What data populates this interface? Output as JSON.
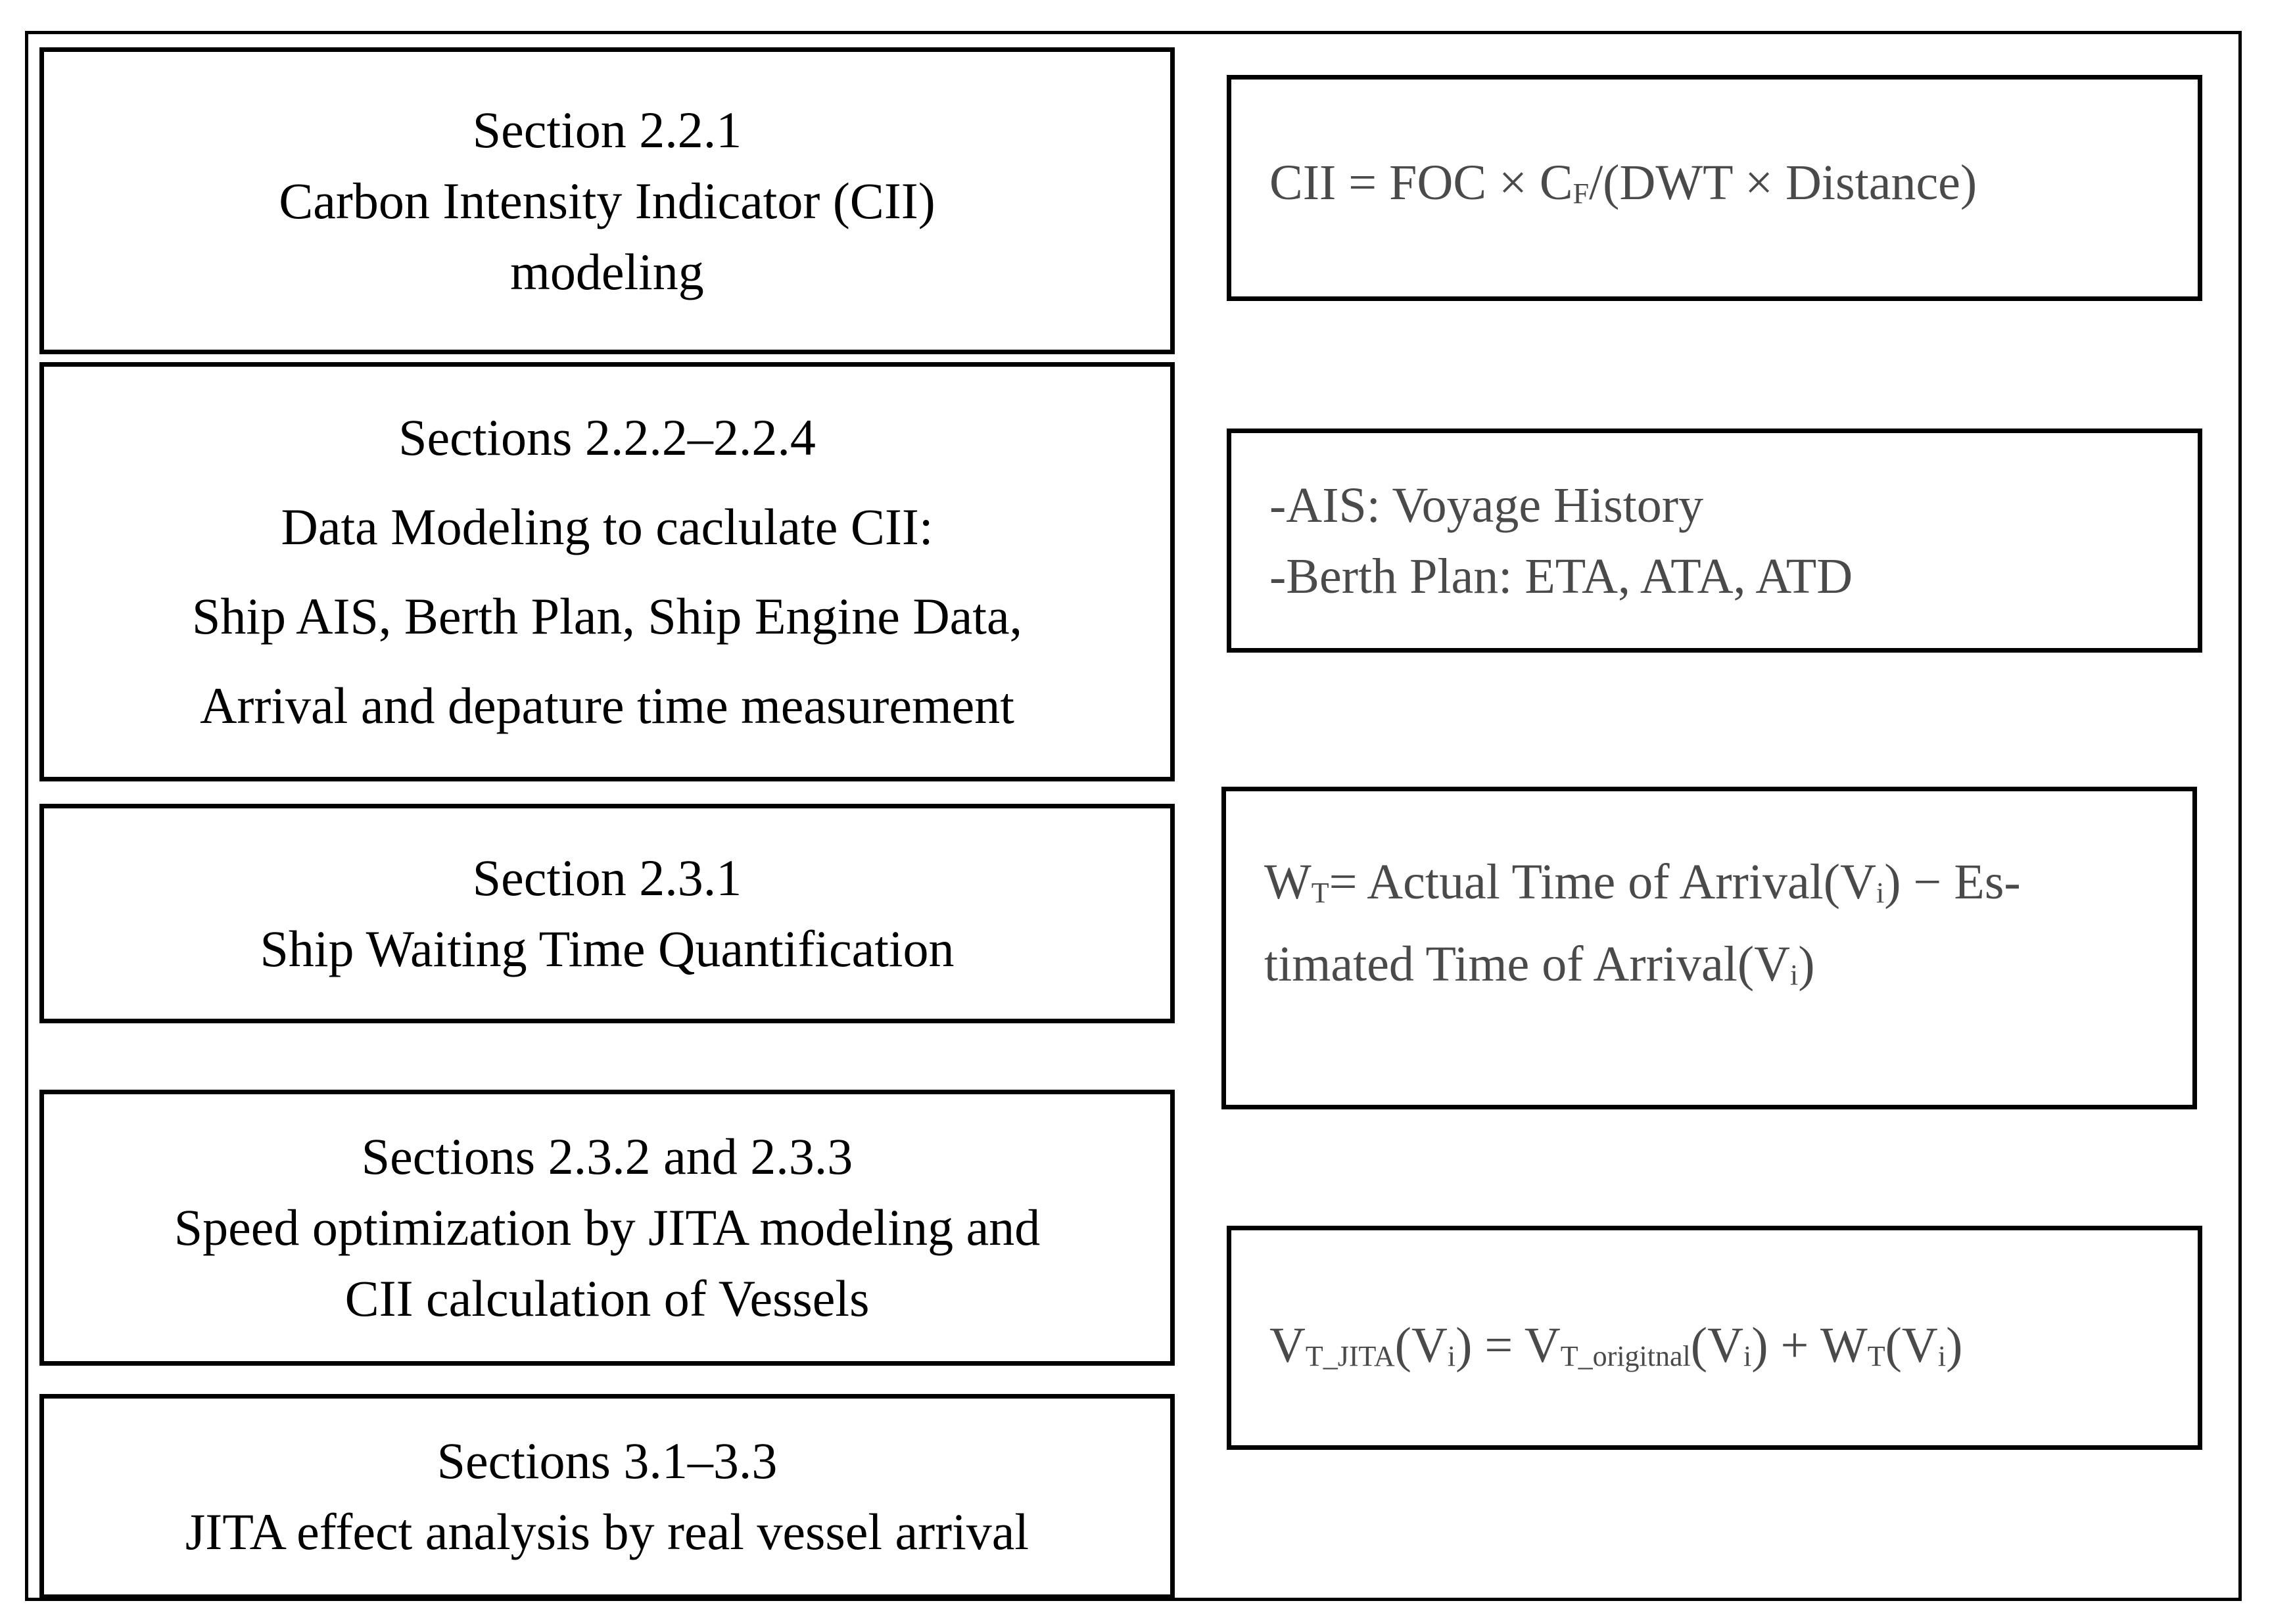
{
  "left_boxes": [
    {
      "lines": [
        "Section 2.2.1",
        "Carbon Intensity Indicator (CII)",
        "modeling"
      ]
    },
    {
      "lines": [
        "Sections 2.2.2–2.2.4",
        "Data Modeling to caclulate CII:",
        "Ship AIS, Berth Plan, Ship Engine Data,",
        "Arrival and depature time measurement"
      ]
    },
    {
      "lines": [
        "Section 2.3.1",
        "Ship Waiting Time Quantification"
      ]
    },
    {
      "lines": [
        "Sections 2.3.2 and 2.3.3",
        "Speed optimization by JITA modeling and",
        "CII calculation of Vessels"
      ]
    },
    {
      "lines": [
        "Sections 3.1–3.3",
        "JITA effect analysis by real vessel arrival"
      ]
    }
  ],
  "right_boxes": {
    "cii_formula": {
      "part1": "CII = FOC × C",
      "sub1": "F",
      "part2": "/(DWT × Distance)"
    },
    "data_sources": {
      "lines": [
        "-AIS: Voyage History",
        "-Berth Plan: ETA, ATA, ATD"
      ]
    },
    "waiting_time": {
      "w": "W",
      "w_sub": "T",
      "line1_mid": "= Actual Time of Arrival(V",
      "i_sub": "i",
      "line1_end": ") − Es-",
      "line2_start": "timated Time of Arrival(V",
      "line2_i_sub": "i",
      "line2_end": ")"
    },
    "jita_formula": {
      "v1": "V",
      "v1_sub": "T_JITA",
      "p1": "(V",
      "p1_sub": "i",
      "p2": ") = V",
      "v2_sub": "T_origitnal",
      "p3": "(V",
      "p3_sub": "i",
      "p4": ") + W",
      "w_sub": "T",
      "p5": "(V",
      "p5_sub": "i",
      "p6": ")"
    }
  }
}
